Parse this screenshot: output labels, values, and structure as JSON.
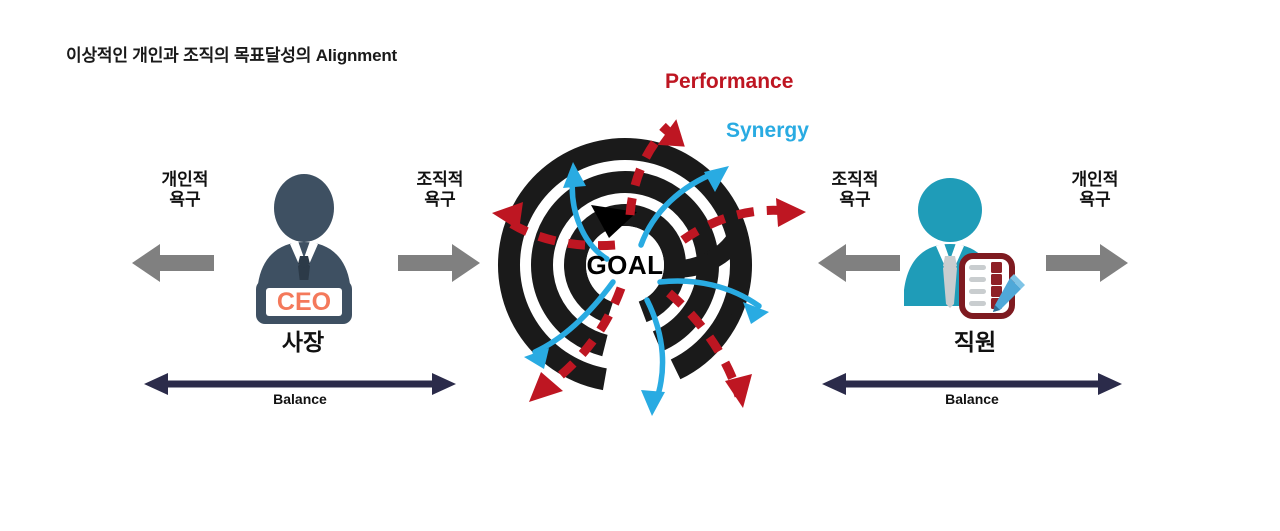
{
  "title": "이상적인 개인과 조직의 목표달성의 Alignment",
  "colors": {
    "ceo_body": "#3E5062",
    "employee_body": "#1F9CB8",
    "accent_orange": "#F4795B",
    "gray_arrow": "#808080",
    "balance_arrow": "#2B2B4A",
    "performance_red": "#BE1622",
    "synergy_blue": "#29ABE2",
    "spiral_black": "#1A1A1A",
    "checklist_red": "#7E1A20",
    "pen_blue": "#4FA8D8"
  },
  "left": {
    "outward_need": "개인적\n욕구",
    "inward_need": "조직적\n욕구",
    "figure_badge": "CEO",
    "caption": "사장",
    "balance_label": "Balance",
    "outward_arrow": "gray-arrow-left",
    "inward_arrow": "gray-arrow-right"
  },
  "right": {
    "inward_need": "조직적\n욕구",
    "outward_need": "개인적\n욕구",
    "caption": "직원",
    "balance_label": "Balance",
    "inward_arrow": "gray-arrow-left",
    "outward_arrow": "gray-arrow-right"
  },
  "center": {
    "goal": "GOAL",
    "performance_label": "Performance",
    "synergy_label": "Synergy"
  }
}
